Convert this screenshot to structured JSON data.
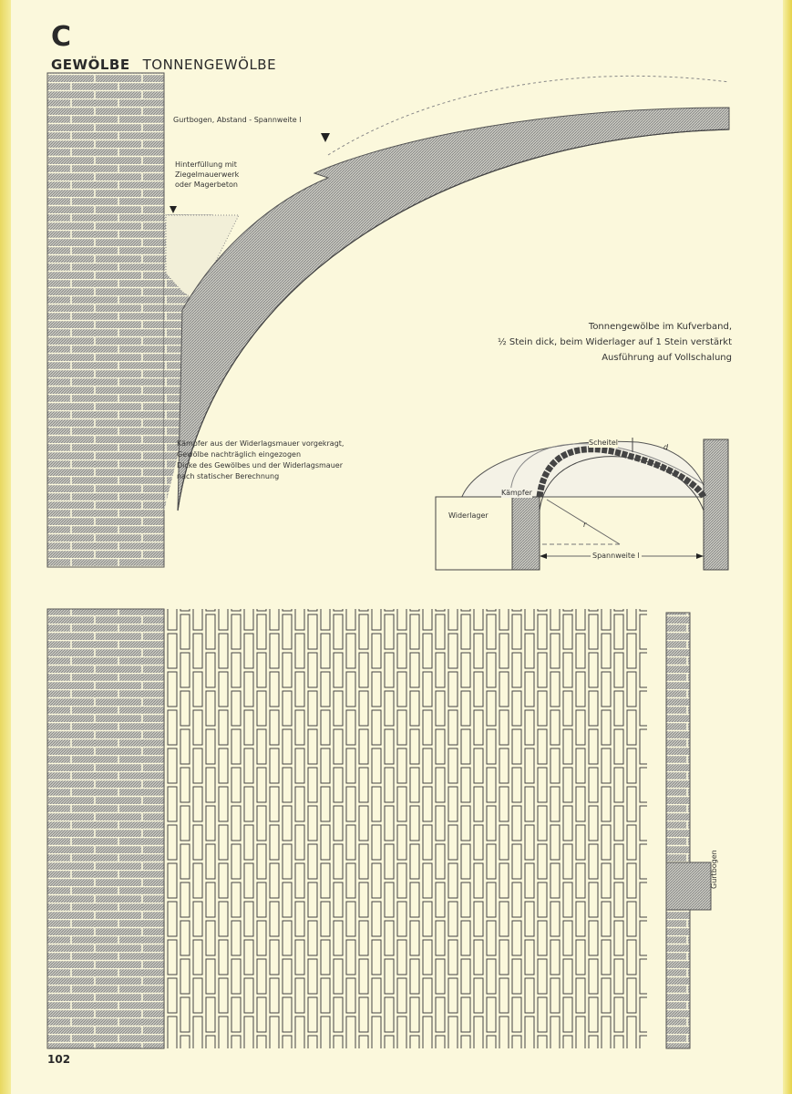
{
  "header": {
    "section_letter": "C",
    "chapter": "GEWÖLBE",
    "topic": "TONNENGEWÖLBE"
  },
  "annotations": {
    "gurtbogen": "Gurtbogen, Abstand - Spannweite l",
    "hinterfuellung": [
      "Hinterfüllung mit",
      "Ziegelmauerwerk",
      "oder Magerbeton"
    ],
    "kaempfer_note": [
      "Kämpfer aus der Widerlagsmauer vorgekragt,",
      "Gewölbe nachträglich eingezogen",
      "Dicke des Gewölbes und der Widerlagsmauer",
      "nach statischer Berechnung"
    ]
  },
  "caption": [
    "Tonnengewölbe im Kufverband,",
    "½ Stein dick, beim Widerlager auf 1 Stein verstärkt",
    "Ausführung auf Vollschalung"
  ],
  "small_diagram": {
    "scheitel": "Scheitel",
    "d": "d",
    "kaempfer": "Kämpfer",
    "widerlager": "Widerlager",
    "r": "r",
    "spannweite": "Spannweite l"
  },
  "plan": {
    "gurtbogen_label": "Gurtbogen"
  },
  "page_number": "102"
}
